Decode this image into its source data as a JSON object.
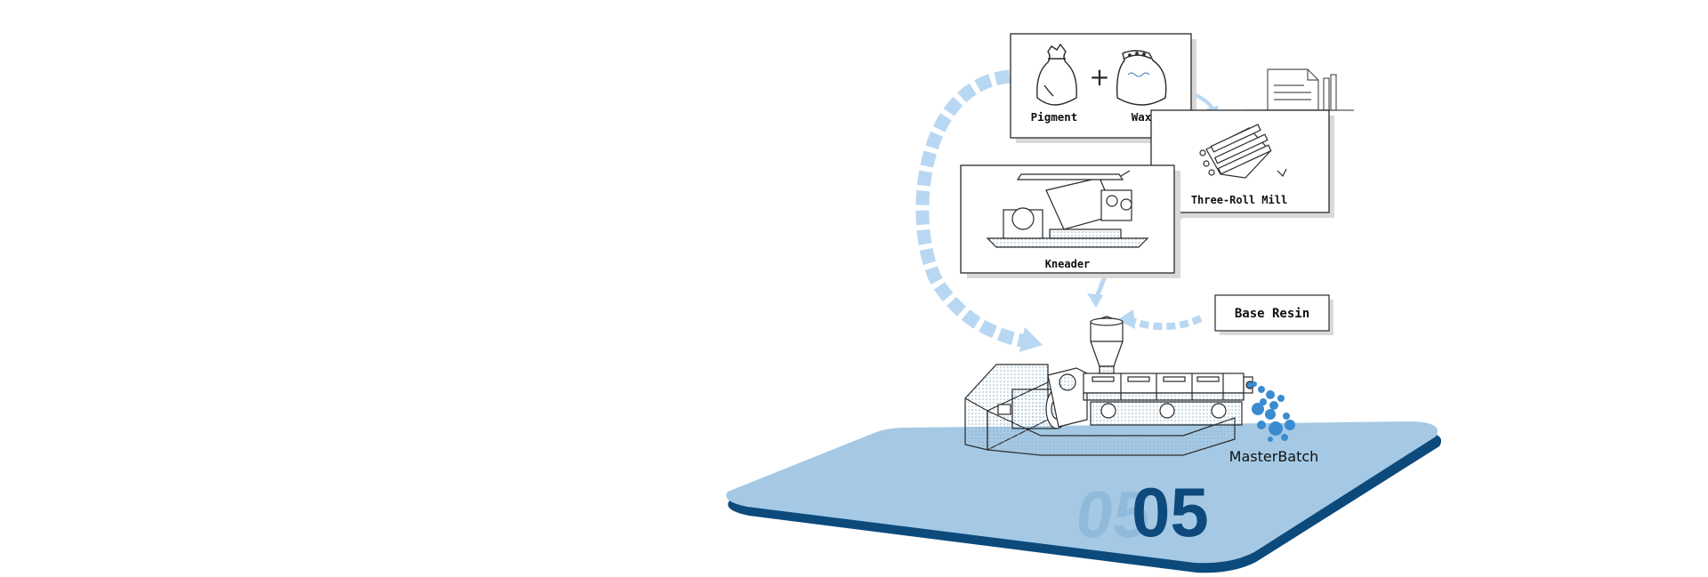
{
  "diagram": {
    "items": {
      "pigment": "Pigment",
      "plus": "+",
      "wax": "Wax",
      "three_roll_mill": "Three-Roll Mill",
      "kneader": "Kneader",
      "base_resin": "Base Resin",
      "masterbatch": "MasterBatch"
    },
    "step_number": "05",
    "colors": {
      "platform": "#a5c9e4",
      "platform_edge": "#0c4a7c",
      "arrow": "#b8d7f2",
      "pellet": "#3a8bd0",
      "number": "#0d4a7b",
      "line": "#2a2a2a"
    }
  }
}
